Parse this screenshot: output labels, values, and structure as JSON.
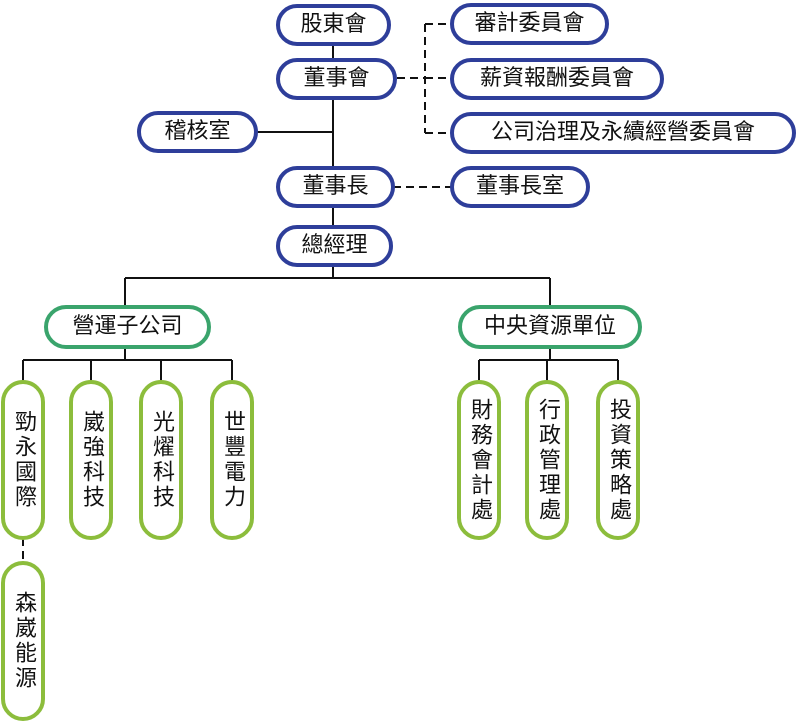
{
  "nodes": {
    "shareholders": "股東會",
    "board": "董事會",
    "audit_committee": "審計委員會",
    "compensation_committee": "薪資報酬委員會",
    "governance_committee": "公司治理及永續經營委員會",
    "audit_office": "稽核室",
    "chairman": "董事長",
    "chairman_office": "董事長室",
    "president": "總經理",
    "operating_subsidiaries": "營運子公司",
    "central_resources": "中央資源單位",
    "jinyong": "勁永國際",
    "weiqiang": "崴強科技",
    "guangyao": "光燿科技",
    "shifeng": "世豐電力",
    "senwei": "森崴能源",
    "finance": "財務會計處",
    "admin": "行政管理處",
    "investment": "投資策略處"
  },
  "colors": {
    "governance_border": "#2e3e9a",
    "division_border": "#3aa46c",
    "unit_border": "#8cbd3c",
    "line": "#111111"
  }
}
